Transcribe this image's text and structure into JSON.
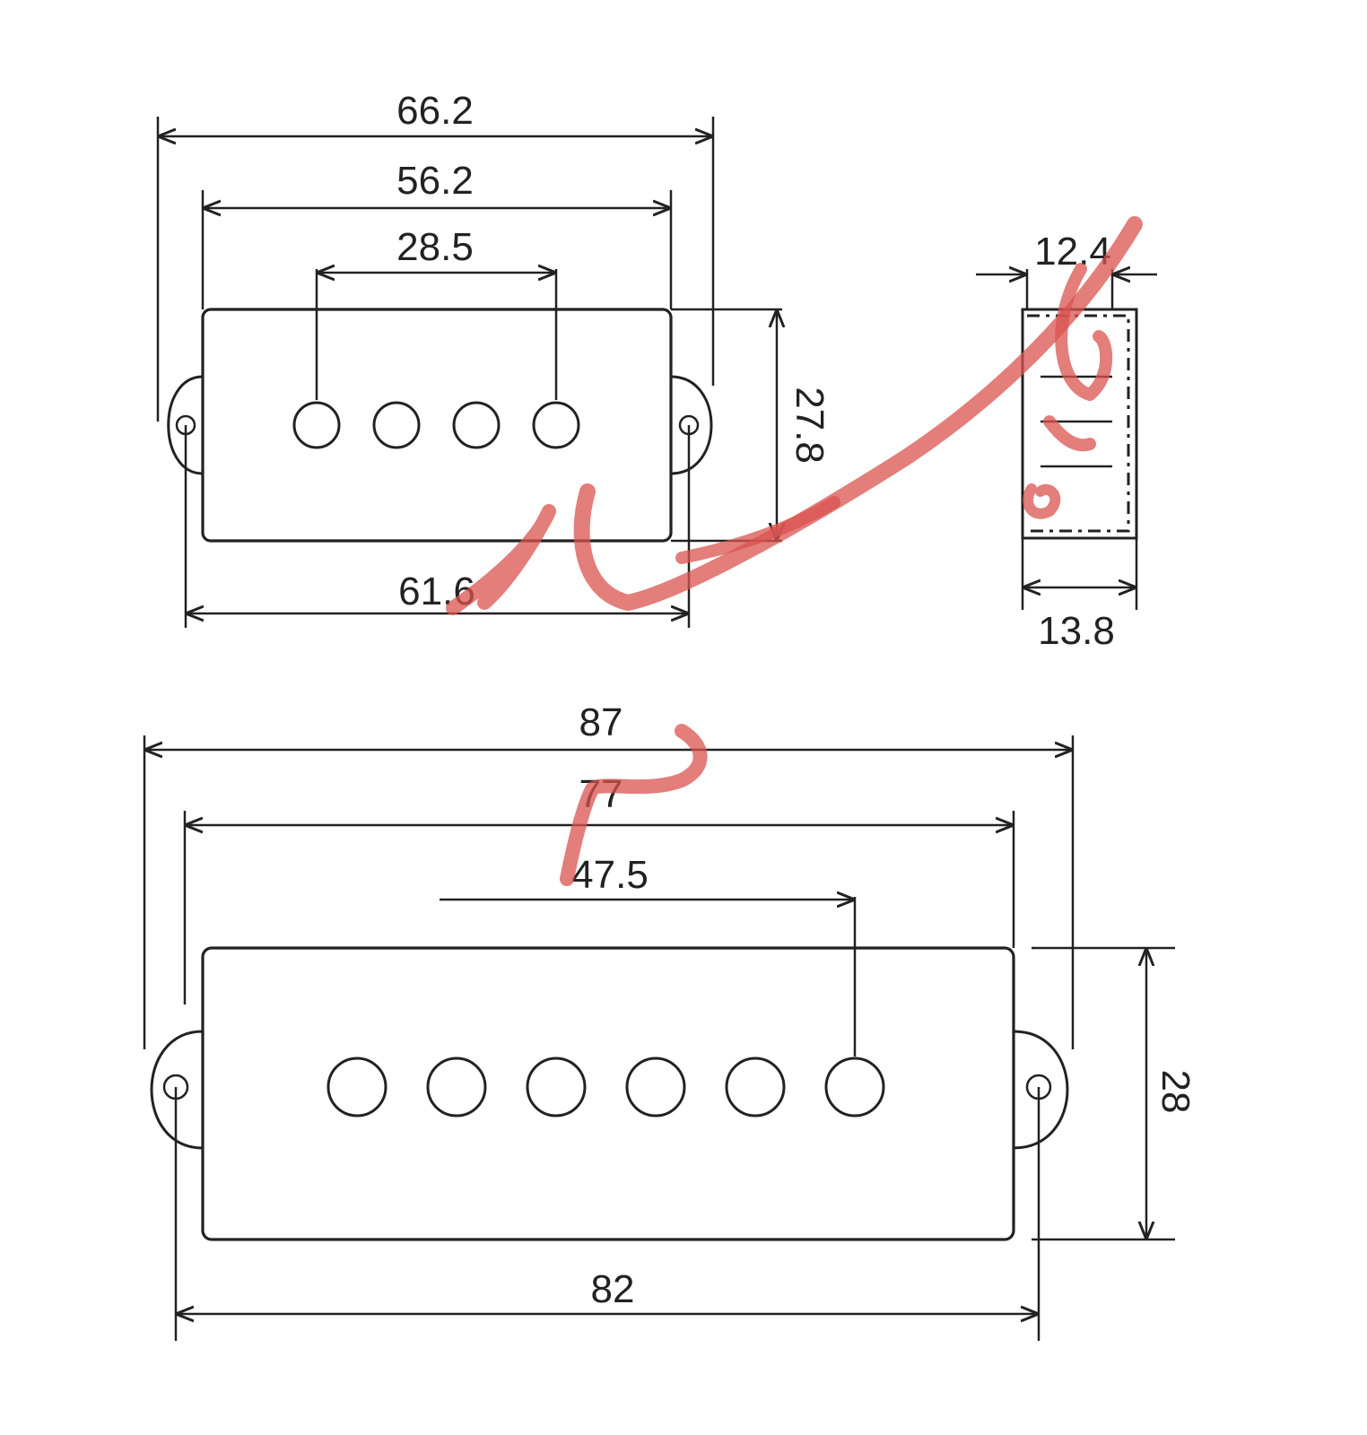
{
  "diagram": {
    "top_view": {
      "dimensions": {
        "overall_width": "66.2",
        "mount_span": "56.2",
        "pole_span": "28.5",
        "height": "27.8",
        "base_width": "61.6"
      },
      "pole_count": 4
    },
    "side_view": {
      "dimensions": {
        "top_depth": "12.4",
        "bottom_depth": "13.8"
      }
    },
    "bottom_view": {
      "dimensions": {
        "overall_width": "87",
        "mount_span": "77",
        "pole_span": "47.5",
        "height": "28",
        "base_width": "82"
      },
      "pole_count": 6
    }
  },
  "colors": {
    "line": "#222222",
    "watermark": "#d9534f"
  }
}
